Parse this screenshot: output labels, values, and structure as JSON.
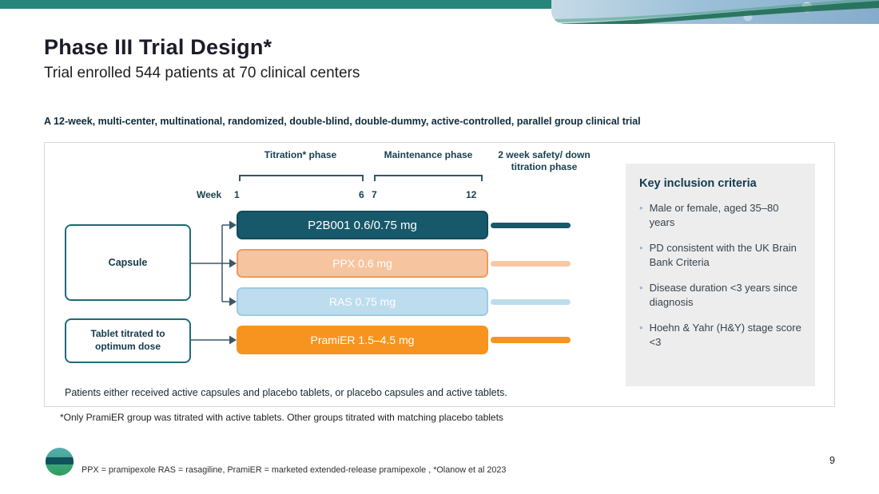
{
  "header": {
    "title": "Phase III Trial Design*",
    "subtitle": "Trial enrolled 544 patients at 70 clinical centers"
  },
  "description": "A 12-week, multi-center, multinational, randomized, double-blind, double-dummy, active-controlled, parallel group clinical trial",
  "diagram": {
    "phases": [
      "Titration* phase",
      "Maintenance phase",
      "2 week safety/ down titration phase"
    ],
    "week_label": "Week",
    "week_ticks": [
      "1",
      "6",
      "7",
      "12"
    ],
    "sources": [
      "Capsule",
      "Tablet titrated to optimum dose"
    ],
    "arms": [
      {
        "label": "P2B001 0.6/0.75 mg",
        "fill": "#17596a",
        "border": "#124b59",
        "tail_color": "#17596a"
      },
      {
        "label": "PPX 0.6 mg",
        "fill": "#f6c5a0",
        "border": "#ef9a60",
        "tail_color": "#f6c8a6"
      },
      {
        "label": "RAS 0.75 mg",
        "fill": "#bddcee",
        "border": "#9dcbe6",
        "tail_color": "#bddcee"
      },
      {
        "label": "PramiER 1.5–4.5 mg",
        "fill": "#f79420",
        "border": "",
        "tail_color": "#f79420"
      }
    ],
    "note": "Patients either received active capsules and placebo tablets, or placebo capsules and active tablets."
  },
  "inclusion": {
    "title": "Key inclusion criteria",
    "items": [
      "Male or female, aged 35–80 years",
      "PD consistent with the UK Brain Bank Criteria",
      "Disease duration <3 years since diagnosis",
      "Hoehn & Yahr (H&Y) stage score <3"
    ]
  },
  "footnote": "*Only PramiER group was titrated with active tablets. Other groups titrated with matching placebo tablets",
  "footer": {
    "abbreviations": "PPX = pramipexole RAS = rasagiline,  PramiER = marketed extended-release pramipexole , *Olanow et al 2023",
    "page_number": "9"
  },
  "colors": {
    "banner_teal": "#27867c",
    "banner_curve": "#1e6e52",
    "outline_teal": "#1f6b76",
    "panel_background": "#ededee",
    "heading_dark": "#1b1b29",
    "accent_navy": "#123a4d",
    "bullet_blue": "#92bad7"
  }
}
